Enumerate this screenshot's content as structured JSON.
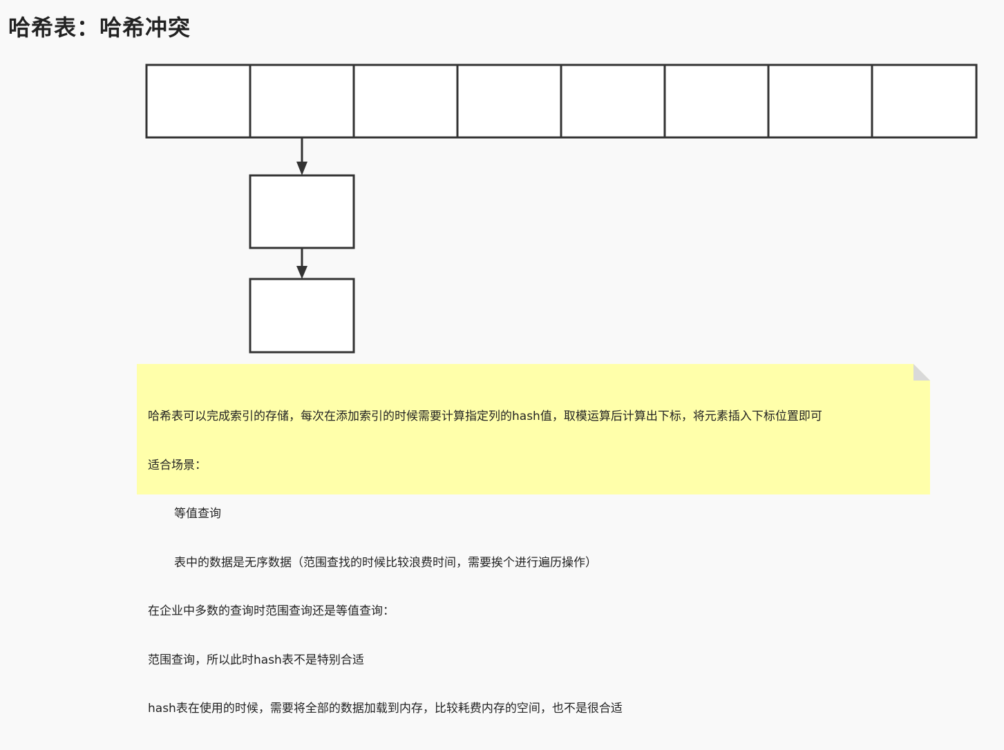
{
  "title": "哈希表：哈希冲突",
  "diagram": {
    "table_slots": 8,
    "chain_nodes": 2,
    "colors": {
      "stroke": "#333333",
      "cell_fill": "#ffffff",
      "note_fill": "#ffffaa",
      "note_fold": "#d9d9d9",
      "background": "#f9f9f9"
    }
  },
  "note": {
    "lines": [
      "哈希表可以完成索引的存储，每次在添加索引的时候需要计算指定列的hash值，取模运算后计算出下标，将元素插入下标位置即可",
      "适合场景：",
      "等值查询",
      "表中的数据是无序数据（范围查找的时候比较浪费时间，需要挨个进行遍历操作）",
      "在企业中多数的查询时范围查询还是等值查询：",
      "范围查询，所以此时hash表不是特别合适",
      "hash表在使用的时候，需要将全部的数据加载到内存，比较耗费内存的空间，也不是很合适"
    ]
  }
}
